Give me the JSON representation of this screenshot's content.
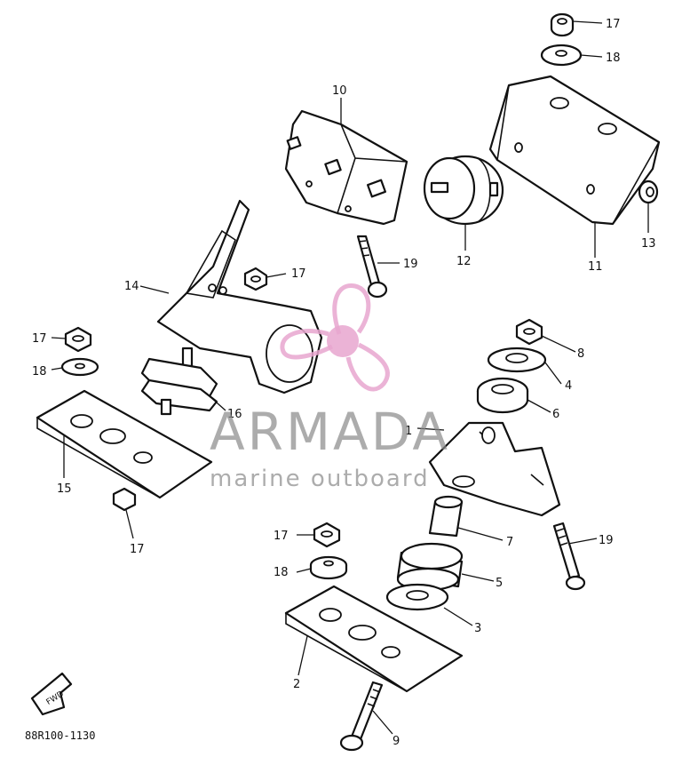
{
  "diagram": {
    "drawing_code": "88R100-1130",
    "fwd_label": "FWD",
    "callouts": [
      "17",
      "18",
      "10",
      "12",
      "11",
      "13",
      "14",
      "17",
      "19",
      "17",
      "18",
      "16",
      "8",
      "4",
      "6",
      "1",
      "15",
      "17",
      "7",
      "19",
      "17",
      "18",
      "5",
      "3",
      "2",
      "9"
    ]
  },
  "watermark": {
    "brand": "ARMADA",
    "tagline": "marine outboard",
    "color": "#e8a6cf"
  }
}
